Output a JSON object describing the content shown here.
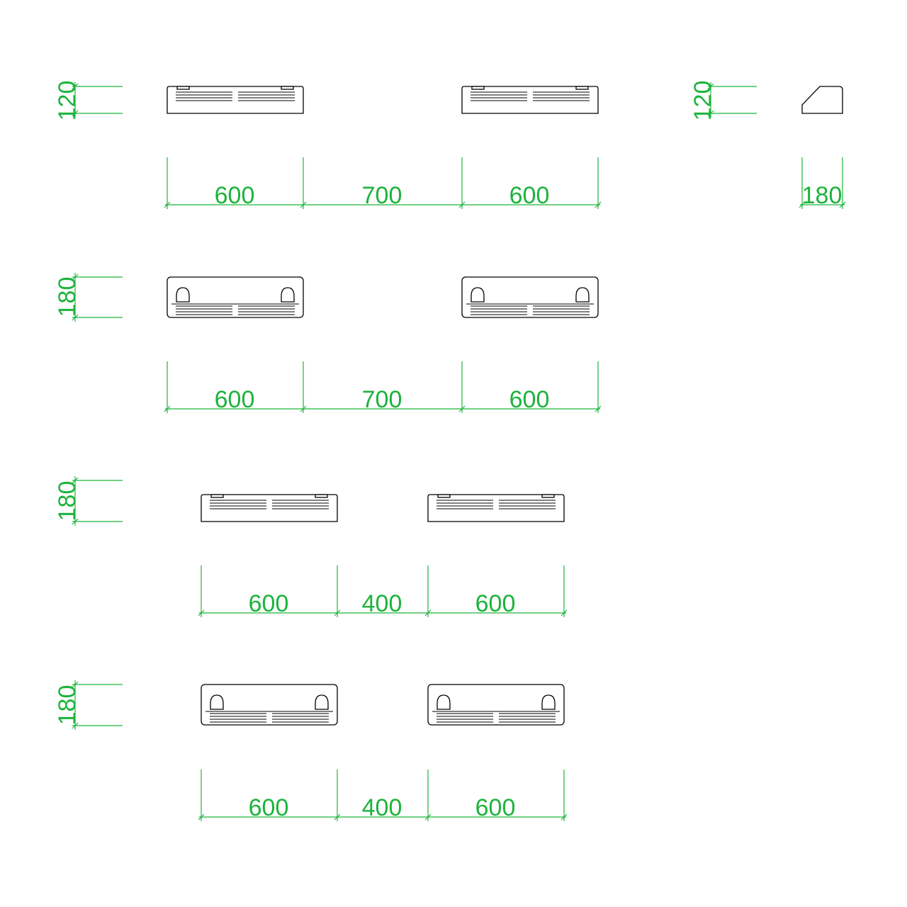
{
  "colors": {
    "background": "#ffffff",
    "linework": "#000000",
    "dimension": "#1db33c"
  },
  "row1": {
    "height_label": "120",
    "widths": [
      "600",
      "700",
      "600"
    ],
    "side_view": {
      "height_label": "120",
      "width_label": "180"
    }
  },
  "row2": {
    "height_label": "180",
    "widths": [
      "600",
      "700",
      "600"
    ]
  },
  "row3": {
    "height_label": "180",
    "widths": [
      "600",
      "400",
      "600"
    ]
  },
  "row4": {
    "height_label": "180",
    "widths": [
      "600",
      "400",
      "600"
    ]
  }
}
